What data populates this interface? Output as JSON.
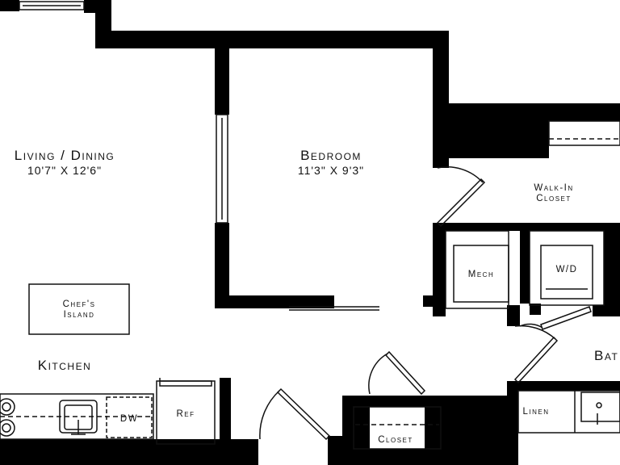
{
  "colors": {
    "wall": "#000000",
    "line": "#111111",
    "background": "#ffffff"
  },
  "rooms": {
    "living": {
      "name": "Living / Dining",
      "dims": "10'7\" X 12'6\""
    },
    "bedroom": {
      "name": "Bedroom",
      "dims": "11'3\" X 9'3\""
    },
    "walkin": {
      "line1": "Walk-In",
      "line2": "Closet"
    },
    "mech": {
      "name": "Mech"
    },
    "wd": {
      "name": "W/D"
    },
    "island": {
      "line1": "Chef's",
      "line2": "Island"
    },
    "kitchen": {
      "name": "Kitchen"
    },
    "dw": {
      "name": "DW"
    },
    "ref": {
      "name": "Ref"
    },
    "linen": {
      "name": "Linen"
    },
    "closet": {
      "name": "Closet"
    },
    "bath": {
      "name": "Bat"
    }
  }
}
